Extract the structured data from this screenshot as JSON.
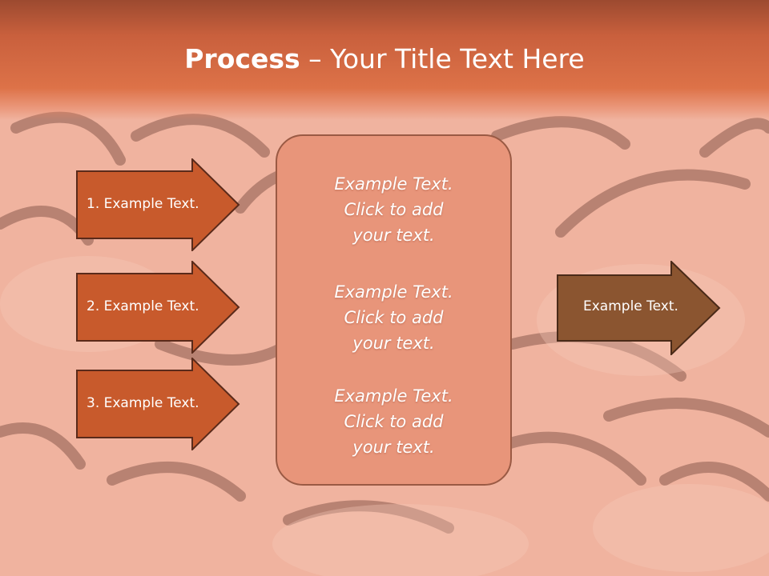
{
  "title": {
    "bold": "Process",
    "separator": " – ",
    "rest": "Your Title Text Here"
  },
  "inputs": [
    {
      "label": "1. Example Text."
    },
    {
      "label": "2. Example Text."
    },
    {
      "label": "3. Example Text."
    }
  ],
  "center": {
    "paragraphs": [
      {
        "line1": "Example Text.",
        "line2": "Click  to add",
        "line3": "your text."
      },
      {
        "line1": "Example Text.",
        "line2": "Click  to add",
        "line3": "your text."
      },
      {
        "line1": "Example Text.",
        "line2": "Click  to add",
        "line3": "your text."
      }
    ]
  },
  "output": {
    "label": "Example Text."
  },
  "colors": {
    "input_arrow_fill": "#c85a2c",
    "input_arrow_stroke": "#5a2a1a",
    "output_arrow_fill": "#8b5530",
    "center_box_fill": "#e8957a",
    "title_band": "#c9603d"
  }
}
